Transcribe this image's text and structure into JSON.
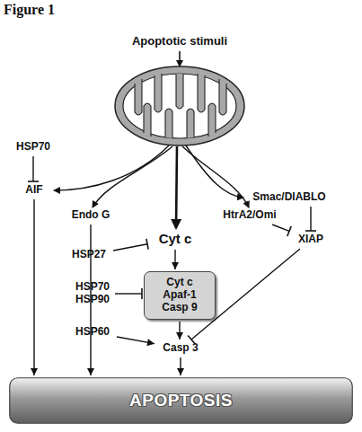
{
  "diagram": {
    "title": "Figure 1",
    "nodes": [
      {
        "text": [
          "HSP70"
        ]
      },
      {
        "text": [
          "AIF"
        ]
      },
      {
        "text": [
          "Endo G"
        ]
      },
      {
        "text": [
          "Cyt c"
        ]
      },
      {
        "text": [
          "Smac/DIABLO"
        ]
      },
      {
        "text": [
          "HtrA2/Omi"
        ]
      },
      {
        "text": [
          "HSP27"
        ]
      },
      {
        "text": [
          "XIAP"
        ]
      },
      {
        "text": [
          "Cyt c",
          "Apaf-1",
          "Casp 9"
        ]
      },
      {
        "text": [
          "HSP70",
          "HSP90"
        ]
      },
      {
        "text": [
          "HSP60"
        ]
      },
      {
        "text": [
          "Casp 3"
        ]
      },
      {
        "text": [
          "APOPTOSIS"
        ]
      }
    ],
    "edges": [
      {
        "from": 0,
        "to": 1,
        "arrow": "to"
      },
      {
        "from": 6,
        "to": 3,
        "arrow": "to"
      },
      {
        "from": 3,
        "to": 8,
        "arrow": "to"
      },
      {
        "from": 9,
        "to": 8,
        "arrow": "to"
      },
      {
        "from": 8,
        "to": 11,
        "arrow": "to"
      },
      {
        "from": 10,
        "to": 11,
        "arrow": "to"
      },
      {
        "from": 5,
        "to": 7,
        "arrow": "to"
      },
      {
        "from": 4,
        "to": 7,
        "arrow": "to"
      },
      {
        "from": 7,
        "to": 11,
        "arrow": "to"
      },
      {
        "from": 1,
        "to": 12,
        "arrow": "to"
      },
      {
        "from": 2,
        "to": 12,
        "arrow": "to"
      },
      {
        "from": 11,
        "to": 12,
        "arrow": "to"
      }
    ],
    "labels": [
      "Apoptotic stimuli"
    ]
  }
}
